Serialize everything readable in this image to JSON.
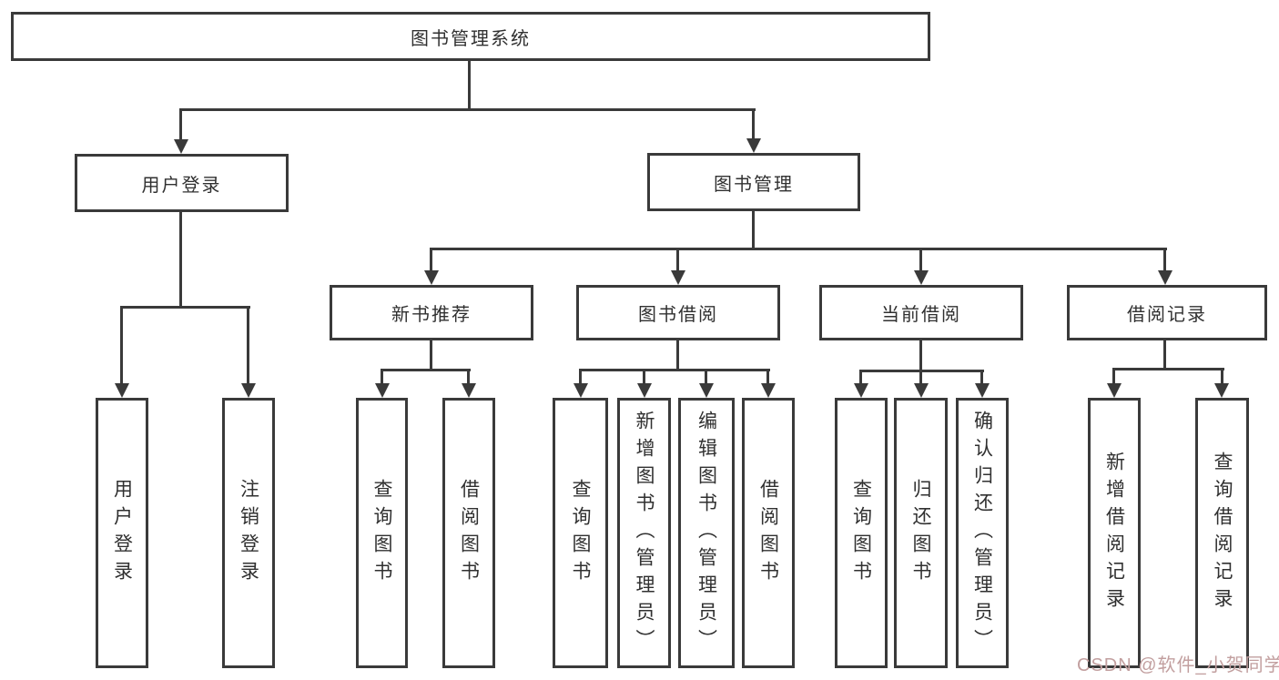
{
  "diagram": {
    "root": {
      "label": "图书管理系统"
    },
    "branches": [
      {
        "label": "用户登录",
        "children": [
          {
            "label": "用户登录"
          },
          {
            "label": "注销登录"
          }
        ]
      },
      {
        "label": "图书管理",
        "children": [
          {
            "label": "新书推荐",
            "children": [
              {
                "label": "查询图书"
              },
              {
                "label": "借阅图书"
              }
            ]
          },
          {
            "label": "图书借阅",
            "children": [
              {
                "label": "查询图书"
              },
              {
                "label": "新增图书（管理员）"
              },
              {
                "label": "编辑图书（管理员）"
              },
              {
                "label": "借阅图书"
              }
            ]
          },
          {
            "label": "当前借阅",
            "children": [
              {
                "label": "查询图书"
              },
              {
                "label": "归还图书"
              },
              {
                "label": "确认归还（管理员）"
              }
            ]
          },
          {
            "label": "借阅记录",
            "children": [
              {
                "label": "新增借阅记录"
              },
              {
                "label": "查询借阅记录"
              }
            ]
          }
        ]
      }
    ]
  },
  "colors": {
    "line": "#3a3a3a",
    "text": "#303030",
    "background": "#ffffff",
    "watermark": "#c29f9f"
  },
  "watermark": {
    "text": "CSDN @软件_小贺同学"
  }
}
